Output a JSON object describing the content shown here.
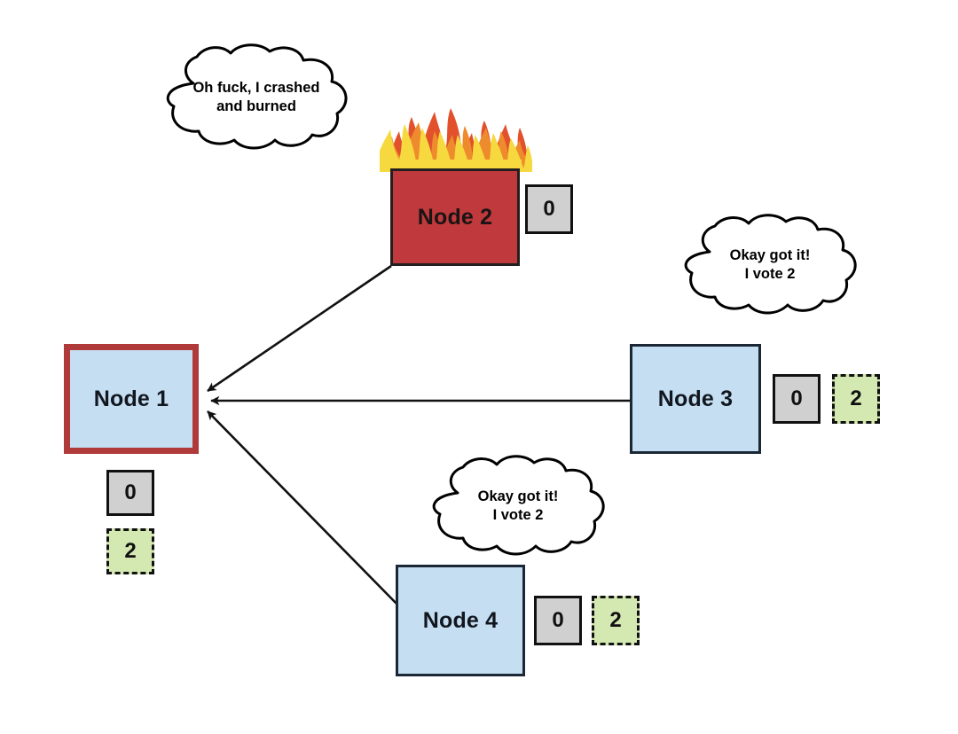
{
  "diagram": {
    "title": "Leader election / voting with a crashed node",
    "background": "#ffffff"
  },
  "palette": {
    "node_fill": "#c5def2",
    "node_border": "#1b2735",
    "leader_border": "#b03a3a",
    "dead_fill": "#c0393c",
    "committed_fill": "#d0d0d0",
    "pending_fill": "#d4e8b2",
    "edge_color": "#111111",
    "flame_yellow": "#f6d93f",
    "flame_orange": "#ee8b2d",
    "flame_red": "#e2512c"
  },
  "nodes": [
    {
      "id": "node1",
      "label": "Node 1",
      "state": "leader",
      "committed_value": "0",
      "pending_value": "2"
    },
    {
      "id": "node2",
      "label": "Node 2",
      "state": "crashed",
      "committed_value": "0",
      "pending_value": null
    },
    {
      "id": "node3",
      "label": "Node 3",
      "state": "alive",
      "committed_value": "0",
      "pending_value": "2"
    },
    {
      "id": "node4",
      "label": "Node 4",
      "state": "alive",
      "committed_value": "0",
      "pending_value": "2"
    }
  ],
  "clouds": [
    {
      "id": "cloud-node2",
      "owner": "node2",
      "lines": [
        "Oh fuck, I crashed",
        "and burned"
      ]
    },
    {
      "id": "cloud-node3",
      "owner": "node3",
      "lines": [
        "Okay got it!",
        "I vote 2"
      ]
    },
    {
      "id": "cloud-node4",
      "owner": "node4",
      "lines": [
        "Okay got it!",
        "I vote 2"
      ]
    }
  ],
  "edges": [
    {
      "id": "edge-node2-node1",
      "from": "node2",
      "to": "node1",
      "arrow": "end"
    },
    {
      "id": "edge-node3-node1",
      "from": "node3",
      "to": "node1",
      "arrow": "end"
    },
    {
      "id": "edge-node4-node1",
      "from": "node4",
      "to": "node1",
      "arrow": "end"
    }
  ],
  "icons": {
    "fire": "fire-icon"
  }
}
